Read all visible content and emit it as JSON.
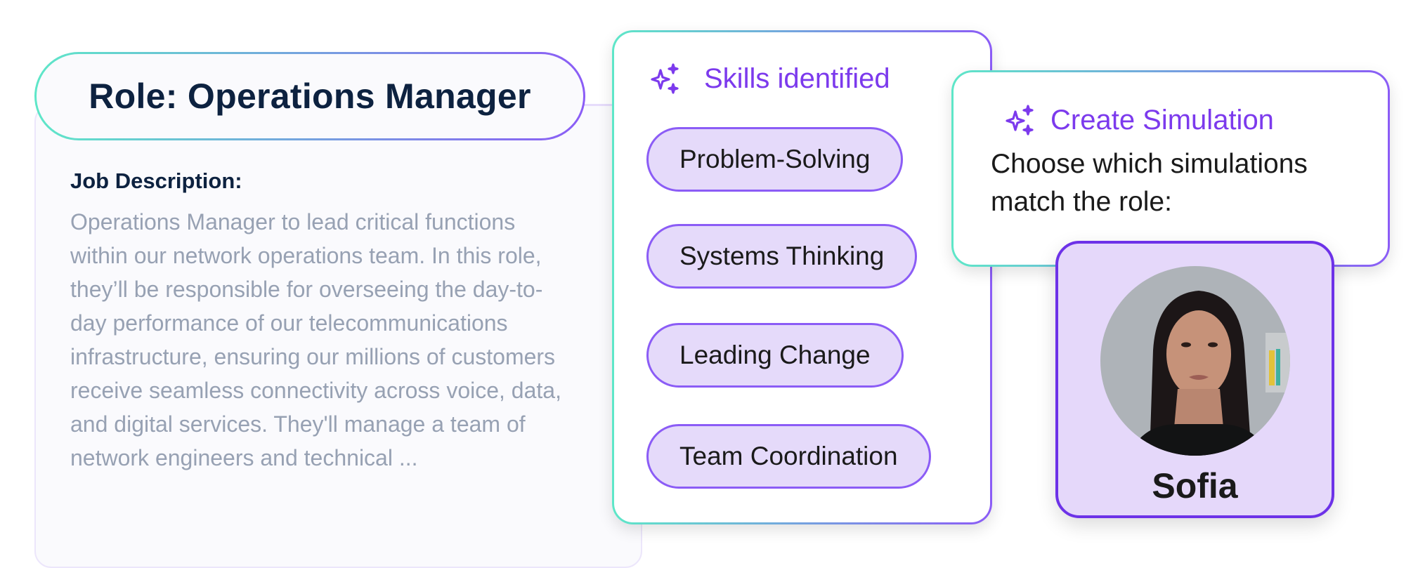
{
  "role": {
    "title": "Role: Operations Manager"
  },
  "job_description": {
    "label": "Job Description:",
    "text": "Operations Manager to lead critical functions within our network operations team. In this role, they’ll be responsible for overseeing the day-to-day performance of our telecommunications infrastructure, ensuring our millions of customers receive seamless connectivity across voice, data, and digital services. They'll manage a team of network engineers and technical ..."
  },
  "skills": {
    "header": "Skills identified",
    "icon": "sparkles-icon",
    "items": [
      "Problem-Solving",
      "Systems Thinking",
      "Leading Change",
      "Team Coordination"
    ]
  },
  "simulation": {
    "header": "Create Simulation",
    "icon": "sparkles-icon",
    "prompt": "Choose which simulations match the role:",
    "personas": [
      {
        "name": "Sofia"
      }
    ]
  },
  "colors": {
    "accent": "#7c3aed",
    "navy": "#0d2240",
    "chip_bg": "#e5dafa",
    "teal": "#5ee7c8"
  }
}
